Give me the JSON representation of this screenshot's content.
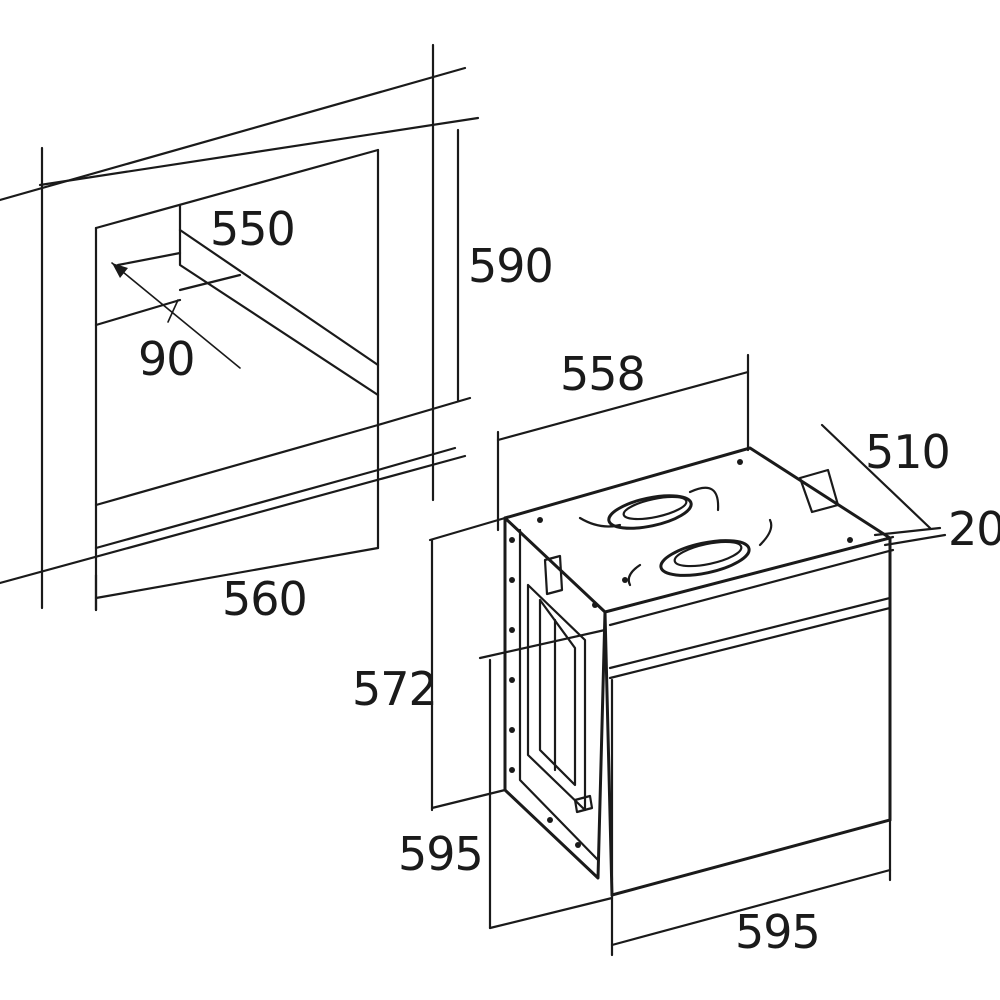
{
  "diagram": {
    "niche": {
      "width_label": "560",
      "height_label": "590",
      "depth_label": "550",
      "vent_label": "90"
    },
    "oven": {
      "top_width_label": "558",
      "top_depth_label": "510",
      "panel_thickness_label": "20",
      "body_height_label": "572",
      "total_height_label": "595",
      "front_width_label": "595"
    }
  }
}
